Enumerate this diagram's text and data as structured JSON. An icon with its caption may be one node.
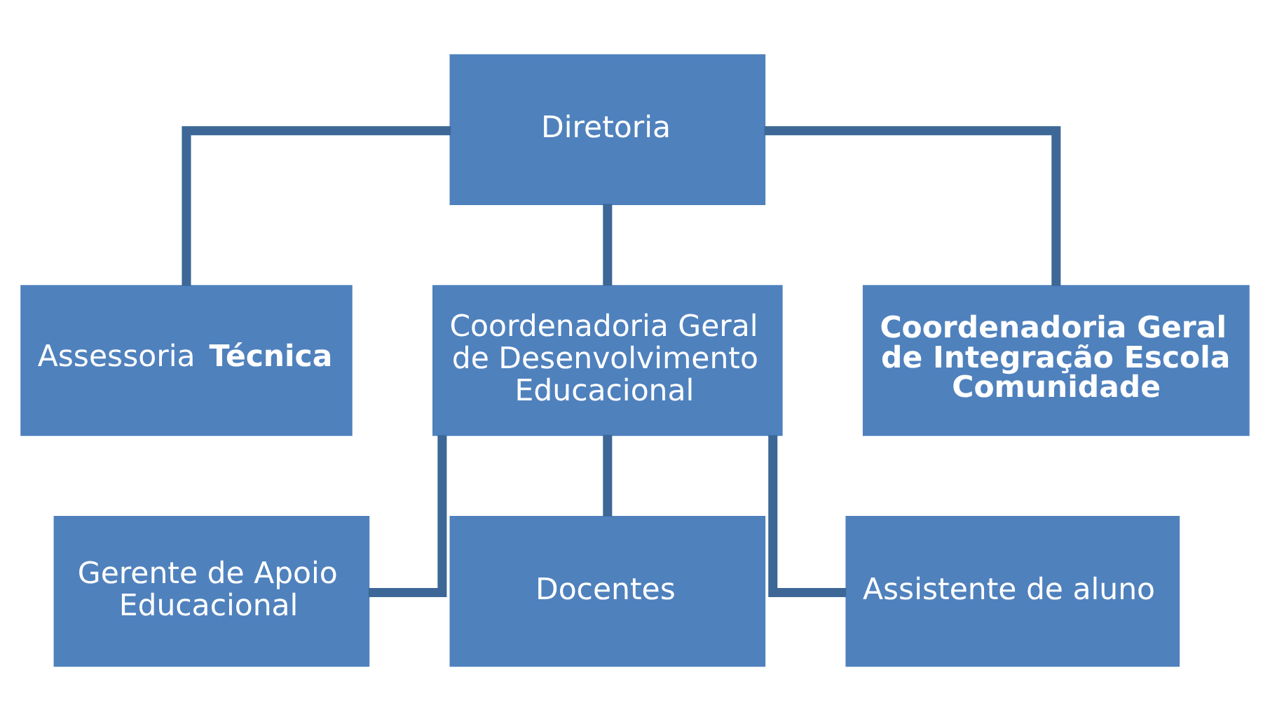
{
  "diagram": {
    "nodes": [
      {
        "text": [
          "Diretoria"
        ]
      },
      {
        "text": [
          "Assessoria **Técnica**"
        ]
      },
      {
        "text": [
          "Coordenadoria Geral de Desenvolvimento Educacional"
        ]
      },
      {
        "text": [
          "Coordenadoria Geral de Integração Escola Comunidade"
        ]
      },
      {
        "text": [
          "Gerente de Apoio Educacional"
        ]
      },
      {
        "text": [
          "Docentes"
        ]
      },
      {
        "text": [
          "Assistente de aluno"
        ]
      }
    ],
    "edges": [
      {
        "from": 0,
        "to": 1,
        "arrow": "none"
      },
      {
        "from": 0,
        "to": 2,
        "arrow": "none"
      },
      {
        "from": 0,
        "to": 3,
        "arrow": "none"
      },
      {
        "from": 2,
        "to": 4,
        "arrow": "none"
      },
      {
        "from": 2,
        "to": 5,
        "arrow": "none"
      },
      {
        "from": 2,
        "to": 6,
        "arrow": "none"
      }
    ]
  }
}
